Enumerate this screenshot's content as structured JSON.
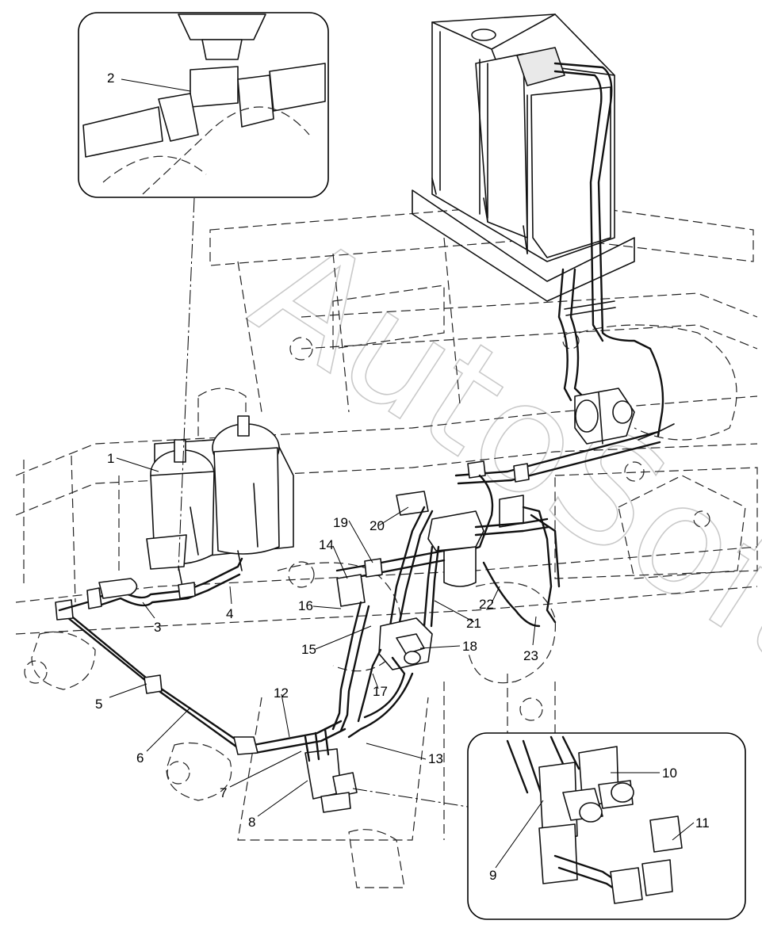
{
  "watermark": "AutoSoft",
  "callouts": [
    {
      "id": "c1",
      "text": "1"
    },
    {
      "id": "c2",
      "text": "2"
    },
    {
      "id": "c3",
      "text": "3"
    },
    {
      "id": "c4",
      "text": "4"
    },
    {
      "id": "c5",
      "text": "5"
    },
    {
      "id": "c6",
      "text": "6"
    },
    {
      "id": "c7",
      "text": "7"
    },
    {
      "id": "c8",
      "text": "8"
    },
    {
      "id": "c9",
      "text": "9"
    },
    {
      "id": "c10",
      "text": "10"
    },
    {
      "id": "c11",
      "text": "11"
    },
    {
      "id": "c12",
      "text": "12"
    },
    {
      "id": "c13",
      "text": "13"
    },
    {
      "id": "c14",
      "text": "14"
    },
    {
      "id": "c15",
      "text": "15"
    },
    {
      "id": "c16",
      "text": "16"
    },
    {
      "id": "c17",
      "text": "17"
    },
    {
      "id": "c18",
      "text": "18"
    },
    {
      "id": "c19",
      "text": "19"
    },
    {
      "id": "c20",
      "text": "20"
    },
    {
      "id": "c21",
      "text": "21"
    },
    {
      "id": "c22",
      "text": "22"
    },
    {
      "id": "c23",
      "text": "23"
    }
  ]
}
